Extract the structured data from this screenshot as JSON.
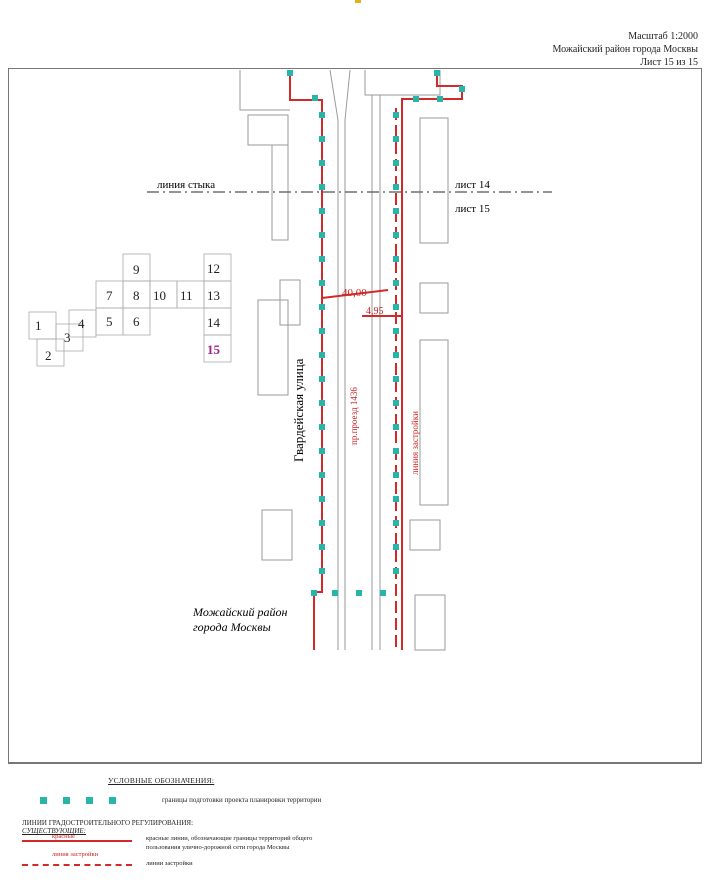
{
  "header": {
    "scale": "Масштаб 1:2000",
    "district": "Можайский район города Москвы",
    "sheet": "Лист 15 из 15"
  },
  "map": {
    "junction_label": "линия стыка",
    "sheet_above": "лист 14",
    "sheet_below": "лист 15",
    "dim_main": "40,00",
    "dim_small": "4,95",
    "street_name": "Гвардейская улица",
    "passage_name": "пр.проезд 1436",
    "build_line_label": "линия застройки",
    "district_label_line1": "Можайский район",
    "district_label_line2": "города Москвы",
    "colors": {
      "red": "#d12a2a",
      "teal": "#27b5a9",
      "highlight": "#a1238a"
    }
  },
  "index_grid": {
    "cells": [
      "1",
      "2",
      "3",
      "4",
      "5",
      "6",
      "7",
      "8",
      "9",
      "10",
      "11",
      "12",
      "13",
      "14",
      "15"
    ],
    "current": "15"
  },
  "legend": {
    "title": "УСЛОВНЫЕ ОБОЗНАЧЕНИЯ:",
    "markers_desc": "границы подготовки проекта планировки территории",
    "group_title": "ЛИНИИ ГРАДОСТРОИТЕЛЬНОГО РЕГУЛИРОВАНИЯ:",
    "existing": "СУЩЕСТВУЮЩИЕ:",
    "red_label": "красные",
    "red_desc_1": "красные линии, обозначающие границы территорий общего",
    "red_desc_2": "пользования улично-дорожной сети города Москвы",
    "build_label": "линия застройки",
    "build_desc": "линии застройки"
  }
}
